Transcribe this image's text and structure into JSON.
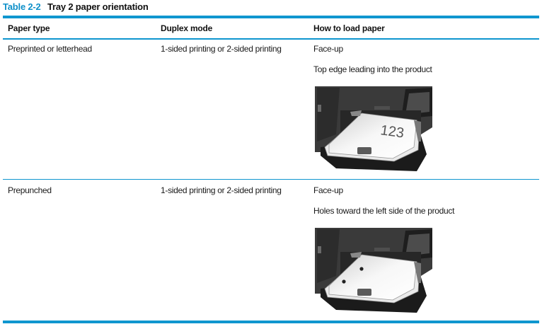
{
  "table": {
    "number": "Table 2-2",
    "title": "Tray 2 paper orientation",
    "columns": [
      "Paper type",
      "Duplex mode",
      "How to load paper"
    ],
    "rows": [
      {
        "paper_type": "Preprinted or letterhead",
        "duplex_mode": "1-sided printing or 2-sided printing",
        "load_orientation": "Face-up",
        "load_instruction": "Top edge leading into the product",
        "illustration": "printer-tray-paper-123-icon",
        "illustration_text": "123"
      },
      {
        "paper_type": "Prepunched",
        "duplex_mode": "1-sided printing or 2-sided printing",
        "load_orientation": "Face-up",
        "load_instruction": "Holes toward the left side of the product",
        "illustration": "printer-tray-prepunched-paper-icon"
      }
    ]
  },
  "colors": {
    "accent": "#0f96cf",
    "text": "#1a1a1a"
  }
}
